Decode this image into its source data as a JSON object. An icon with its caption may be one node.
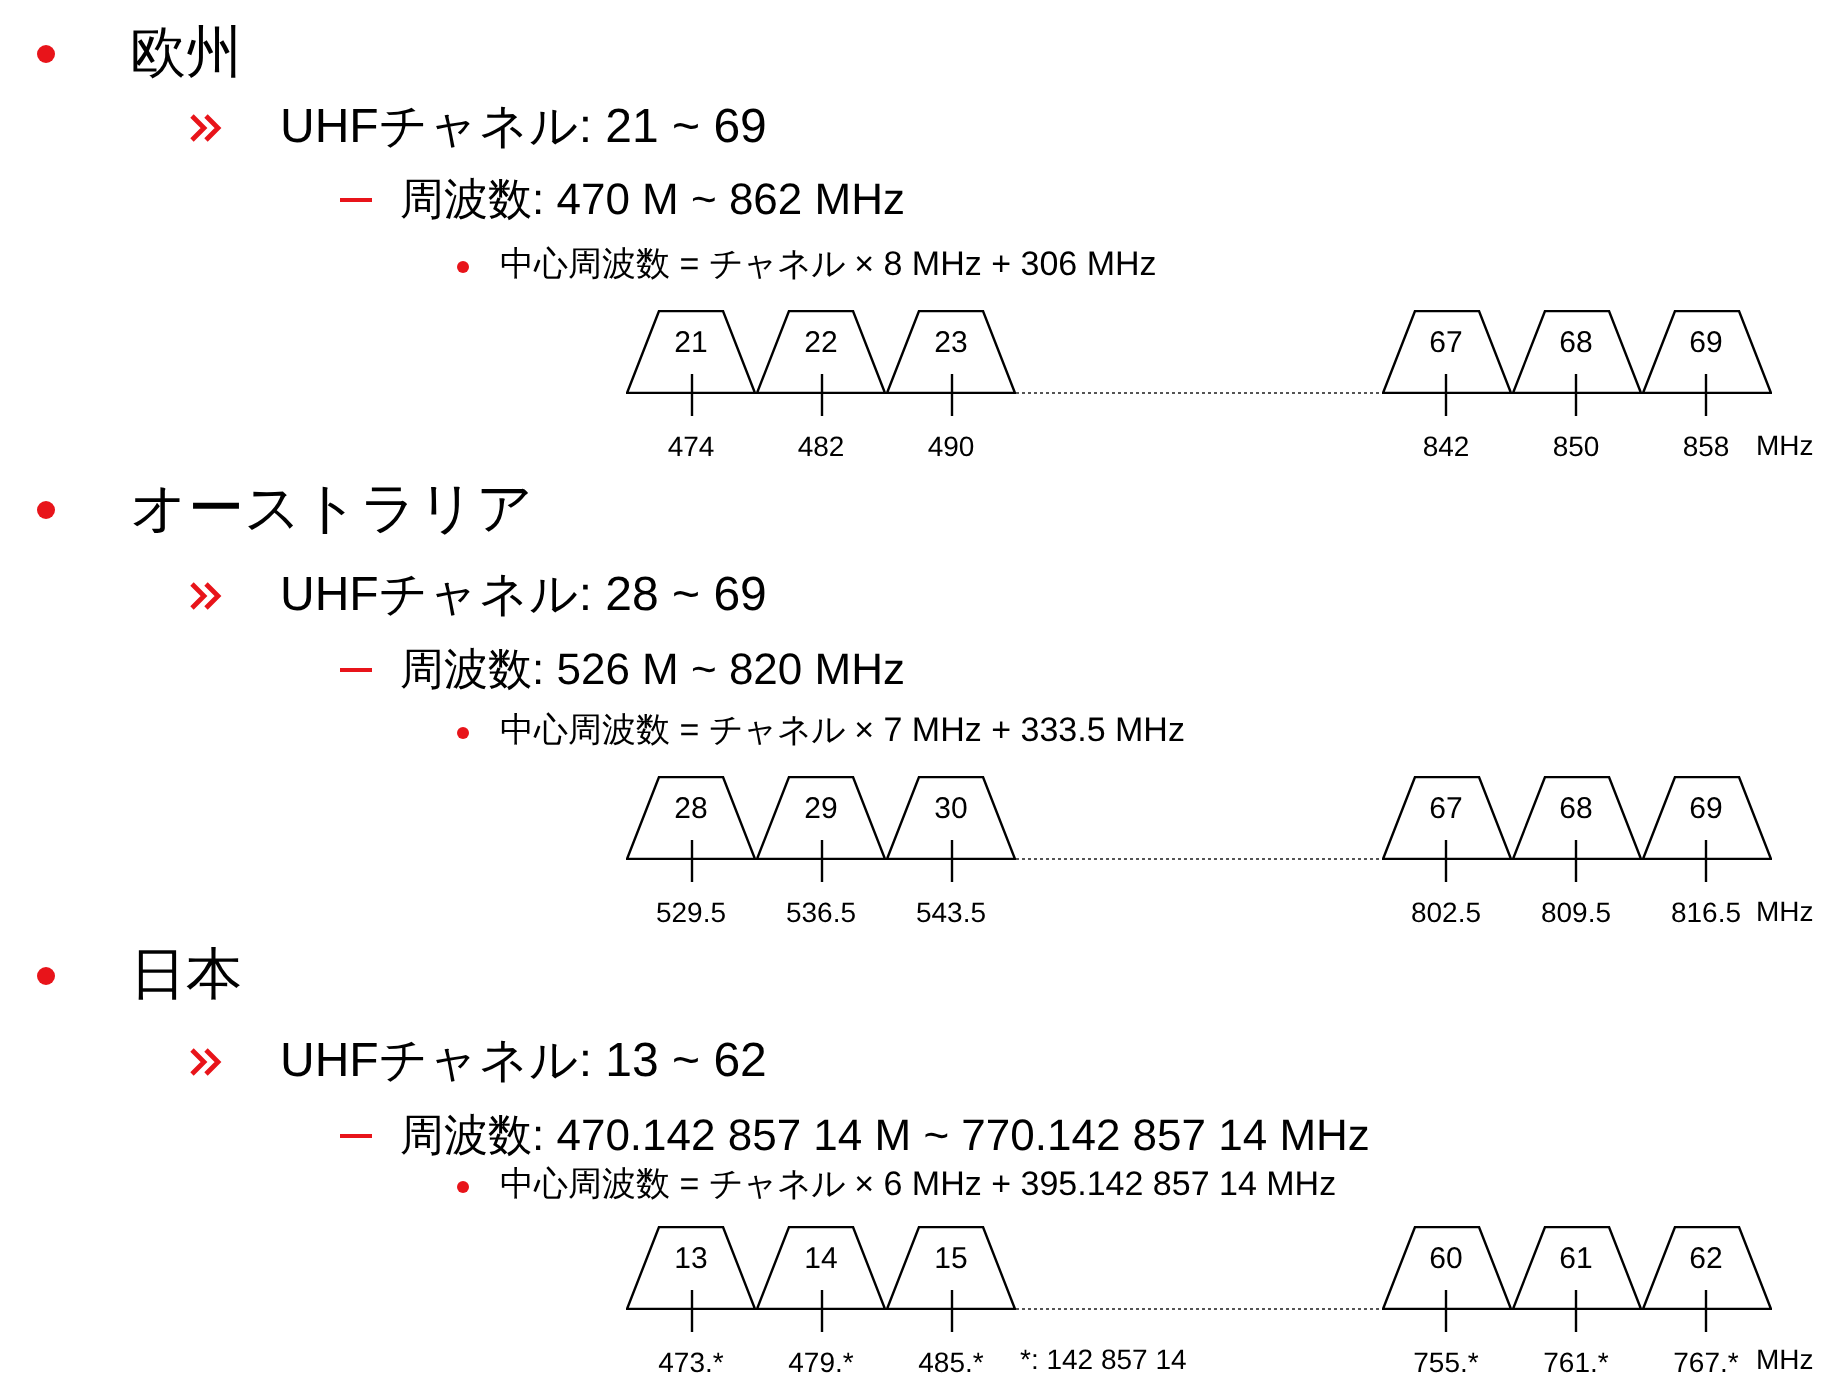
{
  "diagram": {
    "nodes": [
      {
        "text": [
          "21"
        ],
        "beside": [
          "474"
        ]
      },
      {
        "text": [
          "22"
        ],
        "beside": [
          "482"
        ]
      },
      {
        "text": [
          "23"
        ],
        "beside": [
          "490"
        ]
      },
      {
        "text": [
          "67"
        ],
        "beside": [
          "842"
        ]
      },
      {
        "text": [
          "68"
        ],
        "beside": [
          "850"
        ]
      },
      {
        "text": [
          "69"
        ],
        "beside": [
          "858"
        ]
      },
      {
        "text": [
          "28"
        ],
        "beside": [
          "529.5"
        ]
      },
      {
        "text": [
          "29"
        ],
        "beside": [
          "536.5"
        ]
      },
      {
        "text": [
          "30"
        ],
        "beside": [
          "543.5"
        ]
      },
      {
        "text": [
          "67"
        ],
        "beside": [
          "802.5"
        ]
      },
      {
        "text": [
          "68"
        ],
        "beside": [
          "809.5"
        ]
      },
      {
        "text": [
          "69"
        ],
        "beside": [
          "816.5"
        ]
      },
      {
        "text": [
          "13"
        ],
        "beside": [
          "473.*"
        ]
      },
      {
        "text": [
          "14"
        ],
        "beside": [
          "479.*"
        ]
      },
      {
        "text": [
          "15"
        ],
        "beside": [
          "485.*"
        ]
      },
      {
        "text": [
          "60"
        ],
        "beside": [
          "755.*"
        ]
      },
      {
        "text": [
          "61"
        ],
        "beside": [
          "761.*"
        ]
      },
      {
        "text": [
          "62"
        ],
        "beside": [
          "767.*"
        ]
      }
    ],
    "edges": [
      {
        "from": 2,
        "to": 3,
        "arrow": "none",
        "style": "dashed"
      },
      {
        "from": 8,
        "to": 9,
        "arrow": "none",
        "style": "dashed"
      },
      {
        "from": 14,
        "to": 15,
        "arrow": "none",
        "style": "dashed"
      }
    ],
    "labels": [
      "欧州",
      "UHFチャネル: 21 ~ 69",
      "周波数: 470 M ~ 862 MHz",
      "中心周波数 = チャネル × 8 MHz + 306 MHz",
      "MHz",
      "オーストラリア",
      "UHFチャネル: 28 ~ 69",
      "周波数: 526 M ~ 820 MHz",
      "中心周波数 = チャネル × 7 MHz + 333.5 MHz",
      "MHz",
      "日本",
      "UHFチャネル: 13 ~ 62",
      "周波数: 470.142 857 14 M ~ 770.142 857 14 MHz",
      "中心周波数 = チャネル × 6 MHz + 395.142 857 14 MHz",
      "*: 142 857 14",
      "MHz"
    ]
  }
}
